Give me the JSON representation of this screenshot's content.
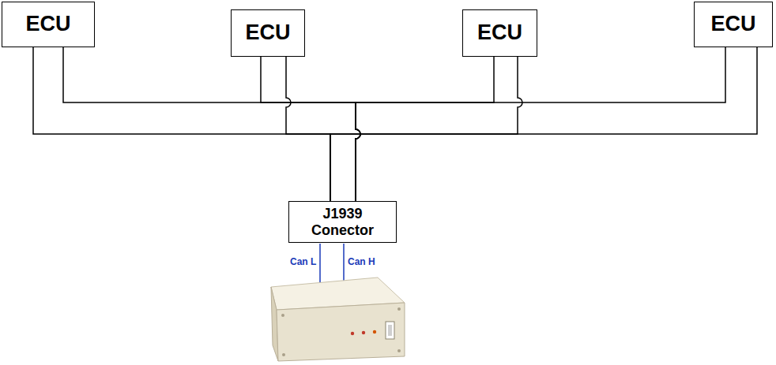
{
  "diagram": {
    "nodes": [
      {
        "text": [
          "ECU"
        ]
      },
      {
        "text": [
          "ECU"
        ]
      },
      {
        "text": [
          "ECU"
        ]
      },
      {
        "text": [
          "ECU"
        ]
      },
      {
        "text": [
          "J1939 Conector"
        ]
      }
    ],
    "edges": [
      {
        "from": 0,
        "to": 4,
        "arrow": "none"
      },
      {
        "from": 1,
        "to": 4,
        "arrow": "none"
      },
      {
        "from": 2,
        "to": 4,
        "arrow": "none"
      },
      {
        "from": 3,
        "to": 4,
        "arrow": "none"
      }
    ],
    "labels": [
      "Can L",
      "Can H"
    ]
  }
}
